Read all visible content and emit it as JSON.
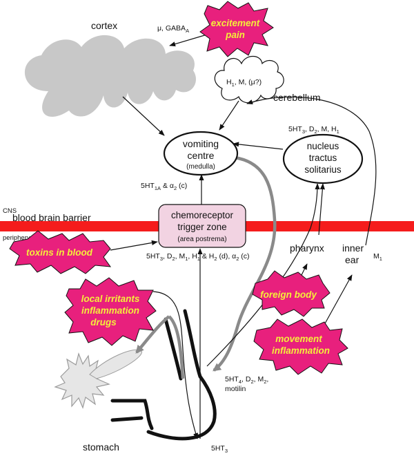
{
  "colors": {
    "barrier": "#f51c1c",
    "star_fill": "#e8207d",
    "star_text": "#f4ef3a",
    "cortex_fill": "#c8c8c8",
    "ctz_fill": "#f2d3e2",
    "grey_path": "#8a8a8a"
  },
  "labels": {
    "cortex": "cortex",
    "cortex_receptors": {
      "base": "μ, GABA",
      "sub": "A"
    },
    "cerebellum": "cerebellum",
    "cerebellum_receptors": {
      "pre": "H",
      "s1": "1",
      "post": ", M, (μ?)"
    },
    "vomiting_centre": {
      "line1": "vomiting",
      "line2": "centre",
      "line3": "(medulla)"
    },
    "nts": {
      "line1": "nucleus",
      "line2": "tractus",
      "line3": "solitarius"
    },
    "nts_receptors": {
      "a": "5HT",
      "a_sub": "3",
      "b": ", D",
      "b_sub": "2",
      "c": ", M, H",
      "c_sub": "1"
    },
    "vc_receptors": {
      "a": "5HT",
      "a_sub": "1A",
      "b": " & α",
      "b_sub": "2",
      "c": " (c)"
    },
    "cns": "CNS",
    "bbb": "blood brain barrier",
    "periphery": "periphery",
    "ctz": {
      "line1": "chemoreceptor",
      "line2": "trigger zone",
      "line3": "(area postrema)"
    },
    "ctz_receptors": {
      "a": "5HT",
      "a_sub": "3",
      "b": ", D",
      "b_sub": "2",
      "c": ", M",
      "c_sub": "1",
      "d": ", H",
      "d_sub": "1",
      "e": " & H",
      "e_sub": "2",
      "f": " (d), α",
      "f_sub": "2",
      "g": " (c)"
    },
    "pharynx": "pharynx",
    "inner_ear": {
      "line1": "inner",
      "line2": "ear"
    },
    "m1": {
      "base": "M",
      "sub": "1"
    },
    "gut_receptors": {
      "a": "5HT",
      "a_sub": "4",
      "b": ", D",
      "b_sub": "2",
      "c": ", M",
      "c_sub": "2",
      "d": ",",
      "line2": "motilin"
    },
    "stomach": "stomach",
    "stomach_receptor": {
      "base": "5HT",
      "sub": "3"
    }
  },
  "stimuli": {
    "excitement": {
      "line1": "excitement",
      "line2": "pain"
    },
    "toxins": "toxins in blood",
    "irritants": {
      "line1": "local irritants",
      "line2": "inflammation",
      "line3": "drugs"
    },
    "foreign_body": "foreign body",
    "movement": {
      "line1": "movement",
      "line2": "inflammation"
    }
  }
}
